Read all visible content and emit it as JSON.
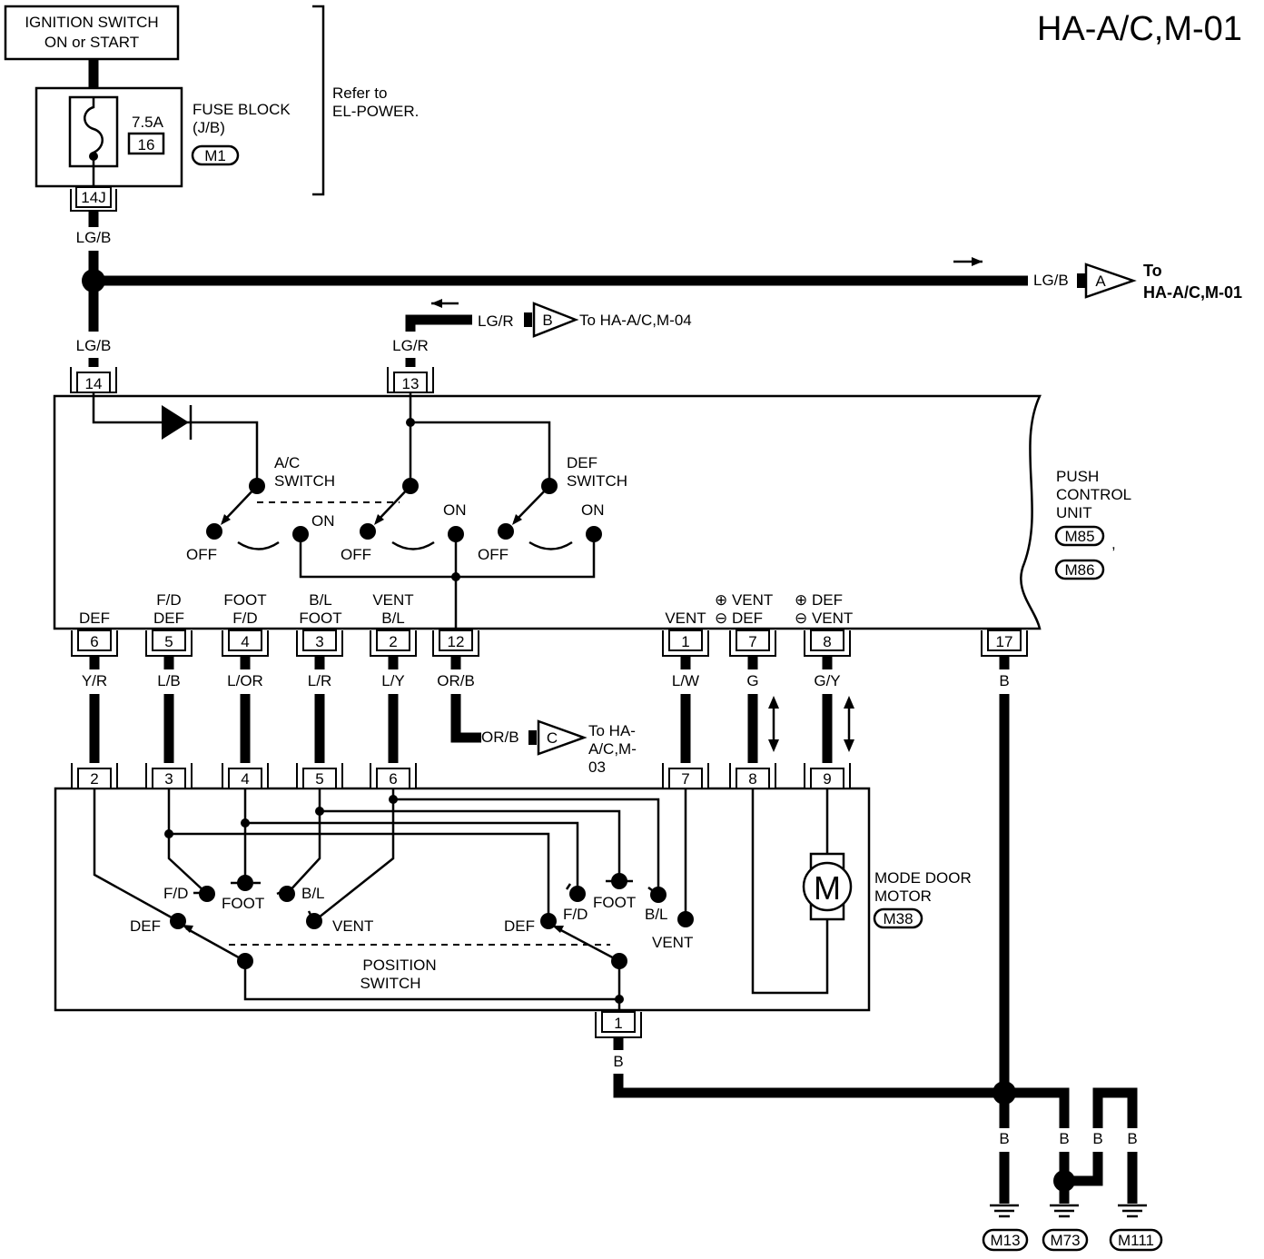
{
  "title": "HA-A/C,M-01",
  "ignition": {
    "line1": "IGNITION SWITCH",
    "line2": "ON or START"
  },
  "fuse": {
    "rating": "7.5A",
    "number": "16",
    "label1": "FUSE BLOCK",
    "label2": "(J/B)",
    "connector": "M1",
    "pin": "14J"
  },
  "refer": {
    "line1": "Refer to",
    "line2": "EL-POWER."
  },
  "wires": {
    "lgb_1": "LG/B",
    "lgb_2": "LG/B",
    "lgb_3": "LG/B",
    "lgr_1": "LG/R",
    "lgr_2": "LG/R",
    "yr": "Y/R",
    "lb": "L/B",
    "lor": "L/OR",
    "lr": "L/R",
    "ly": "L/Y",
    "orb_1": "OR/B",
    "orb_2": "OR/B",
    "lw": "L/W",
    "g": "G",
    "gy": "G/Y",
    "b_1": "B",
    "b_2": "B",
    "b_3": "B",
    "b_4": "B",
    "b_5": "B",
    "b_6": "B"
  },
  "links": {
    "a": {
      "letter": "A",
      "line1": "To",
      "line2": "HA-A/C,M-01"
    },
    "b": {
      "letter": "B",
      "text": "To HA-A/C,M-04"
    },
    "c": {
      "letter": "C",
      "line1": "To HA-",
      "line2": "A/C,M-",
      "line3": "03"
    }
  },
  "pcu": {
    "label1": "PUSH",
    "label2": "CONTROL",
    "label3": "UNIT",
    "conn1": "M85",
    "comma": ",",
    "conn2": "M86",
    "top_pins": [
      "14",
      "13"
    ],
    "bottom_pins": [
      "6",
      "5",
      "4",
      "3",
      "2",
      "12",
      "1",
      "7",
      "8",
      "17"
    ],
    "ac_switch1": "A/C",
    "ac_switch2": "SWITCH",
    "def_switch1": "DEF",
    "def_switch2": "SWITCH",
    "on": "ON",
    "off": "OFF",
    "pin_labels": {
      "p6": "DEF",
      "p5a": "F/D",
      "p5b": "DEF",
      "p4a": "FOOT",
      "p4b": "F/D",
      "p3a": "B/L",
      "p3b": "FOOT",
      "p2a": "VENT",
      "p2b": "B/L",
      "p1": "VENT",
      "p7a": "⊕ VENT",
      "p7b": "⊖ DEF",
      "p8a": "⊕ DEF",
      "p8b": "⊖ VENT"
    }
  },
  "motor": {
    "top_pins": [
      "2",
      "3",
      "4",
      "5",
      "6",
      "7",
      "8",
      "9"
    ],
    "bottom_pin": "1",
    "symbol": "M",
    "label1": "MODE DOOR",
    "label2": "MOTOR",
    "connector": "M38",
    "position1": "POSITION",
    "position2": "SWITCH",
    "sw_left": {
      "fd": "F/D",
      "foot": "FOOT",
      "bl": "B/L",
      "def": "DEF",
      "vent": "VENT"
    },
    "sw_right": {
      "fd": "F/D",
      "foot": "FOOT",
      "bl": "B/L",
      "def": "DEF",
      "vent": "VENT"
    }
  },
  "grounds": [
    "M13",
    "M73",
    "M111"
  ]
}
